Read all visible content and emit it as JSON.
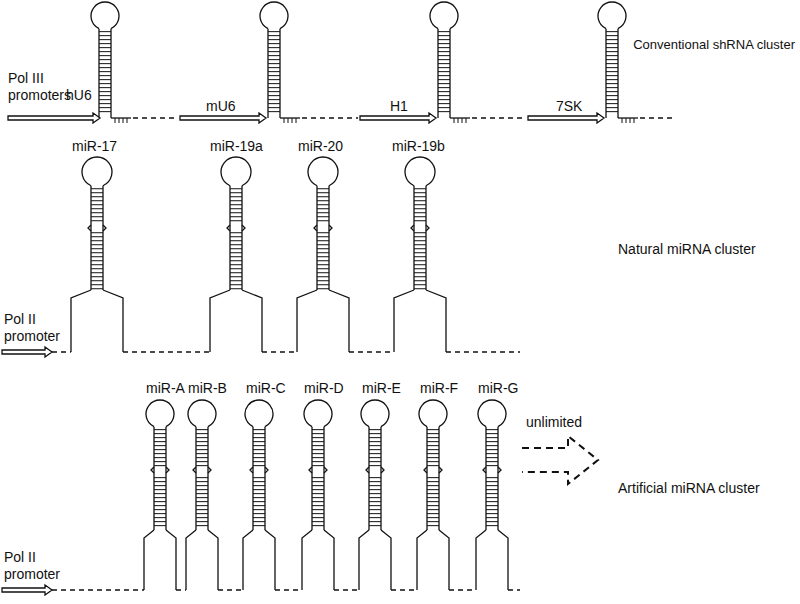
{
  "diagram": {
    "labels": [
      "Pol III promoters",
      "hU6",
      "mU6",
      "H1",
      "7SK",
      "Conventional shRNA cluster",
      "miR-17",
      "miR-19a",
      "miR-20",
      "miR-19b",
      "Pol II promoter",
      "Natural miRNA cluster",
      "miR-A",
      "miR-B",
      "miR-C",
      "miR-D",
      "miR-E",
      "miR-F",
      "miR-G",
      "unlimited",
      "Pol II promoter",
      "Artificial miRNA cluster"
    ]
  }
}
